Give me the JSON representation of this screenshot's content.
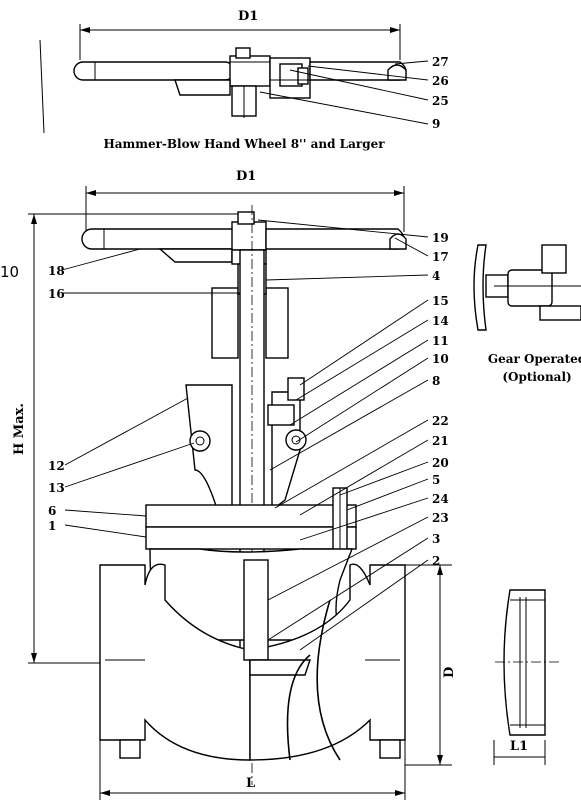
{
  "captions": {
    "top": "Hammer-Blow Hand Wheel 8'' and Larger",
    "gear_1": "Gear Operated",
    "gear_2": "(Optional)"
  },
  "dimensions": {
    "d1_top": "D1",
    "d1_main": "D1",
    "h_max": "H Max.",
    "d": "D",
    "l": "L",
    "l1": "L1"
  },
  "stray_label": "10",
  "callouts_top": [
    "27",
    "26",
    "25",
    "9"
  ],
  "callouts_left": [
    "18",
    "16",
    "12",
    "13",
    "6",
    "1"
  ],
  "callouts_right": [
    "19",
    "17",
    "4",
    "15",
    "14",
    "11",
    "10",
    "8",
    "22",
    "21",
    "20",
    "5",
    "24",
    "23",
    "3",
    "2"
  ]
}
